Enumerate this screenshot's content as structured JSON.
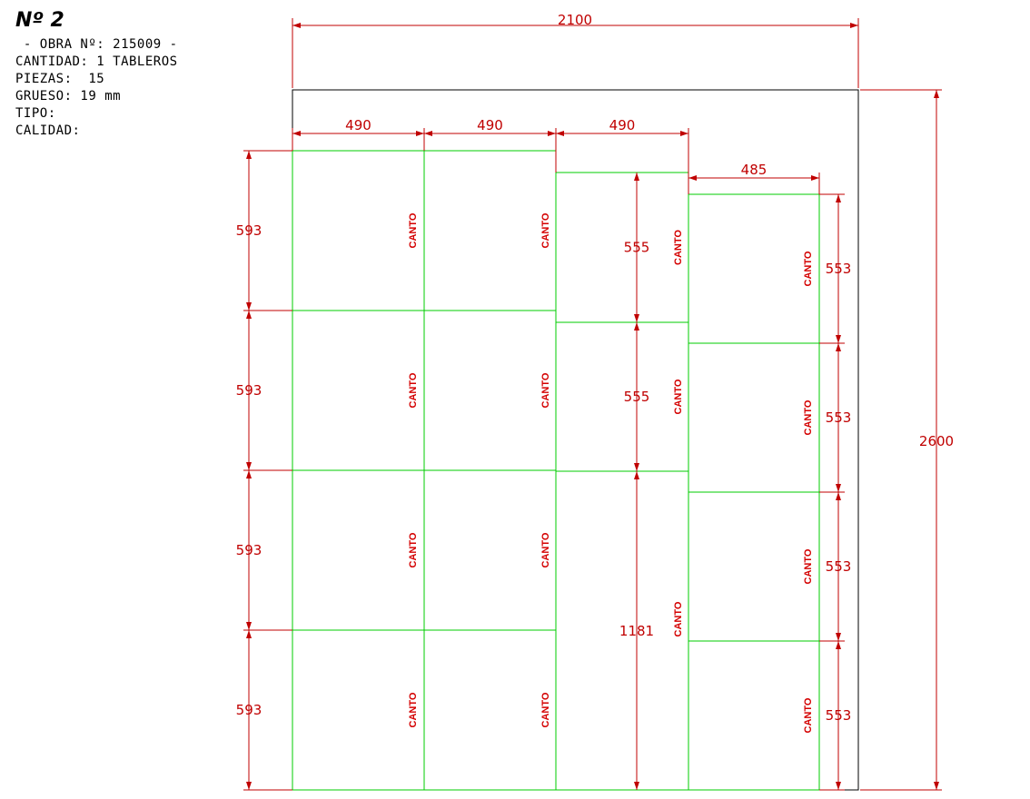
{
  "header": {
    "title": "Nº 2",
    "obra": " - OBRA Nº: 215009 -",
    "cantidad": "CANTIDAD: 1 TABLEROS",
    "piezas": "PIEZAS:  15",
    "grueso": "GRUESO: 19 mm",
    "tipo": "TIPO:",
    "calidad": "CALIDAD:"
  },
  "board": {
    "width_label": "2100",
    "height_label": "2600"
  },
  "columns": [
    {
      "width_label": "490",
      "piece_heights": [
        "593",
        "593",
        "593",
        "593"
      ]
    },
    {
      "width_label": "490",
      "piece_heights": [
        "593",
        "593",
        "593",
        "593"
      ]
    },
    {
      "width_label": "490",
      "piece_heights": [
        "555",
        "555",
        "1181"
      ]
    },
    {
      "width_label": "485",
      "piece_heights": [
        "553",
        "553",
        "553",
        "553"
      ]
    }
  ],
  "edge_label": "CANTO",
  "colors": {
    "piece_outline": "#00cc00",
    "dimension": "#c00000",
    "board_outline": "#000000",
    "edge_label": "#d40000"
  }
}
